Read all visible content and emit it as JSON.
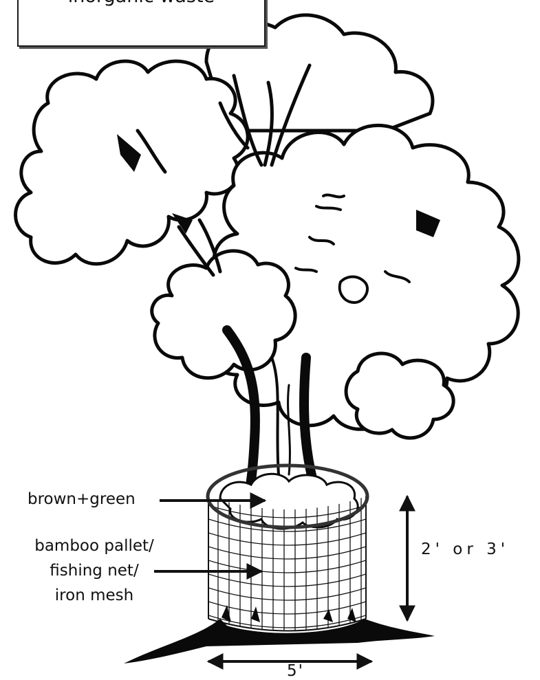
{
  "title_box": {
    "text": "inorganic waste"
  },
  "labels": {
    "brown_green": "brown+green",
    "mesh_lines": [
      "bamboo pallet/",
      "fishing net/",
      "iron mesh"
    ],
    "height": "2' or 3'",
    "width": "5'"
  },
  "colors": {
    "ink": "#111111",
    "background": "#ffffff"
  },
  "icons": [
    "tree-illustration",
    "mesh-cylinder",
    "arrow"
  ]
}
